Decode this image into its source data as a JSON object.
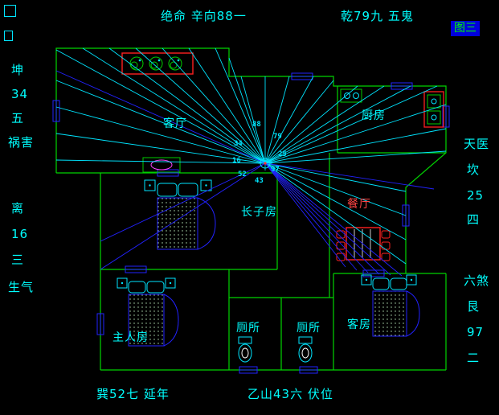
{
  "top_labels": {
    "left": "绝命 辛向88一",
    "right": "乾79九 五鬼"
  },
  "figure_tag": "图三",
  "side_labels": {
    "left_top": [
      "坤",
      "34",
      "五",
      "祸害"
    ],
    "left_bottom": [
      "离",
      "16",
      "三",
      "生气"
    ],
    "right_top": [
      "天医",
      "坎",
      "25",
      "四"
    ],
    "right_bottom": [
      "六煞",
      "艮",
      "97",
      "二"
    ]
  },
  "bottom_labels": {
    "left": "巽52七 延年",
    "right": "乙山43六 伏位"
  },
  "rooms": {
    "living": "客厅",
    "kitchen": "厨房",
    "eldest_son": "长子房",
    "dining": "餐厅",
    "master": "主人房",
    "toilet_left": "厕所",
    "toilet_right": "厕所",
    "guest": "客房"
  },
  "center_numbers": [
    "88",
    "79",
    "34",
    "25",
    "16",
    "97",
    "52",
    "43"
  ],
  "colors": {
    "background": "#000000",
    "wall_green": "#00d400",
    "text_cyan": "#00ffff",
    "line_cyan": "#00e5ff",
    "line_blue": "#2222ff",
    "accent_red": "#ff2020",
    "magenta": "#ff44ff",
    "figure_bg": "#0000dd",
    "figure_text": "#00ff00"
  }
}
